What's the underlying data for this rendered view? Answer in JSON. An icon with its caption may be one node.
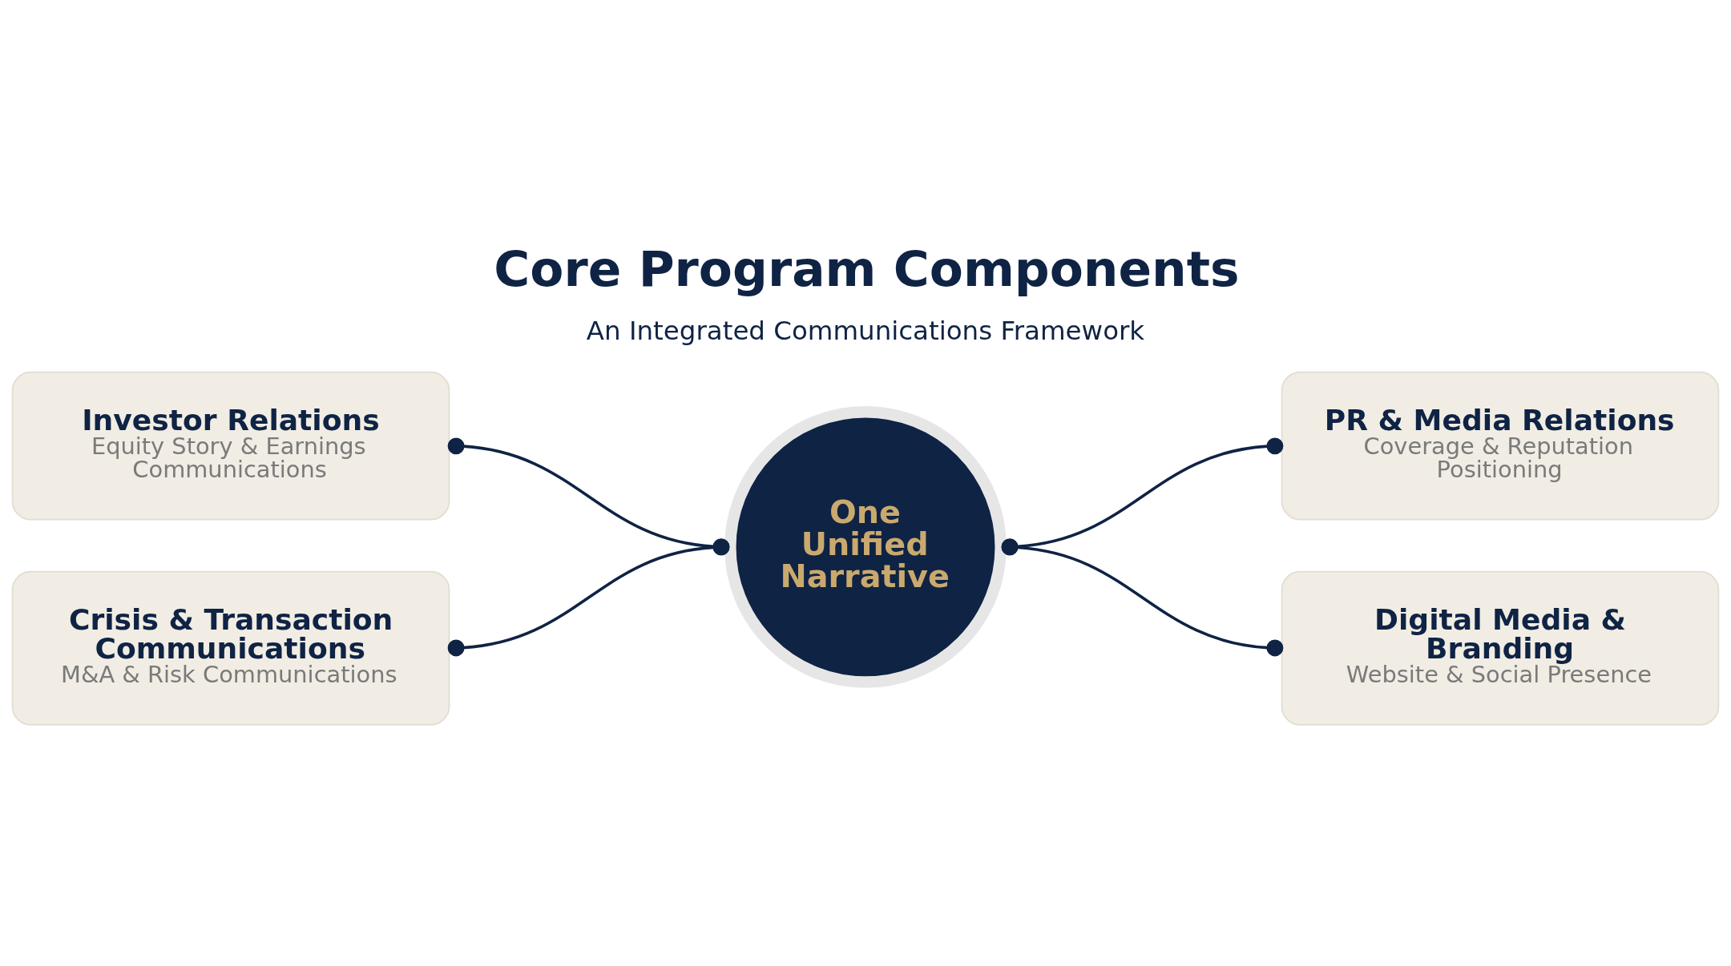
{
  "diagram": {
    "title": "Core Program Components",
    "nodes": [
      {
        "text": [
          "Investor Relations",
          "Equity Story & Earnings Communications"
        ]
      },
      {
        "text": [
          "PR & Media Relations",
          "Coverage & Reputation Positioning"
        ]
      },
      {
        "text": [
          "One Unified Narrative"
        ]
      },
      {
        "text": [
          "Crisis & Transaction Communications",
          "M&A & Risk Communications"
        ]
      },
      {
        "text": [
          "Digital Media & Branding",
          "Website & Social Presence"
        ]
      }
    ],
    "edges": [
      {
        "from": 2,
        "to": 0,
        "arrow": "other"
      },
      {
        "from": 2,
        "to": 1,
        "arrow": "other"
      },
      {
        "from": 2,
        "to": 3,
        "arrow": "other"
      },
      {
        "from": 2,
        "to": 4,
        "arrow": "other"
      }
    ],
    "labels": [
      "An Integrated Communications Framework"
    ]
  }
}
